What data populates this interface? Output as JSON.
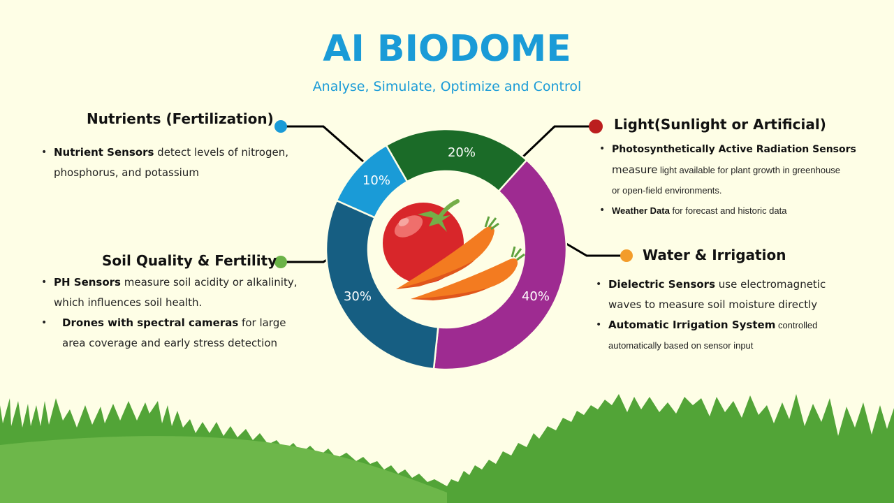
{
  "header": {
    "title": "AI BIODOME",
    "subtitle": "Analyse, Simulate, Optimize and Control"
  },
  "colors": {
    "background": "#FEFEE6",
    "title": "#1A9BD7",
    "nutrients": "#1A9BD7",
    "light": "#1B6B28",
    "water": "#9E2B91",
    "soil": "#165E82",
    "dot_nutrients": "#1A9BD7",
    "dot_light": "#BB1E1E",
    "dot_soil": "#6BB347",
    "dot_water": "#F39C2B",
    "grass_dark": "#52A437",
    "grass_light": "#6DB74A"
  },
  "sections": {
    "nutrients": {
      "heading": "Nutrients (Fertilization)",
      "bullets": [
        {
          "bold": "Nutrient Sensors",
          "rest": " detect levels of nitrogen,",
          "line2": "phosphorus, and potassium"
        }
      ]
    },
    "soil": {
      "heading": "Soil Quality & Fertility",
      "bullets": [
        {
          "bold": "PH Sensors",
          "rest": " measure soil acidity or alkalinity,",
          "line2": "which influences soil health."
        },
        {
          "bold": "Drones with spectral cameras",
          "rest": " for large",
          "line2": "area coverage and early stress detection"
        }
      ]
    },
    "light": {
      "heading": "Light(Sunlight or Artificial)",
      "bullets": [
        {
          "bold": "Photosynthetically Active Radiation Sensors",
          "measure": "measure",
          "rest": " light available for plant growth in greenhouse",
          "line2": "or open-field environments."
        },
        {
          "bold": "Weather Data",
          "rest": " for forecast and historic data"
        }
      ]
    },
    "water": {
      "heading": "Water & Irrigation",
      "bullets": [
        {
          "bold": "Dielectric Sensors",
          "rest": " use electromagnetic",
          "line2": "waves to measure soil moisture directly"
        },
        {
          "bold": "Automatic Irrigation System",
          "rest": " controlled",
          "line2": "automatically based on sensor input"
        }
      ]
    }
  },
  "bullet_glyph": "•",
  "chart_data": {
    "type": "pie",
    "subtype": "donut",
    "title": "AI BIODOME",
    "categories": [
      "Light (Sunlight or Artificial)",
      "Water & Irrigation",
      "Soil Quality & Fertility",
      "Nutrients (Fertilization)"
    ],
    "values": [
      20,
      40,
      30,
      10
    ],
    "labels": [
      "20%",
      "40%",
      "30%",
      "10%"
    ],
    "colors": [
      "#1B6B28",
      "#9E2B91",
      "#165E82",
      "#1A9BD7"
    ],
    "center_image": "tomato-and-carrots-illustration",
    "legend": "none (callout labels with connector lines)"
  }
}
